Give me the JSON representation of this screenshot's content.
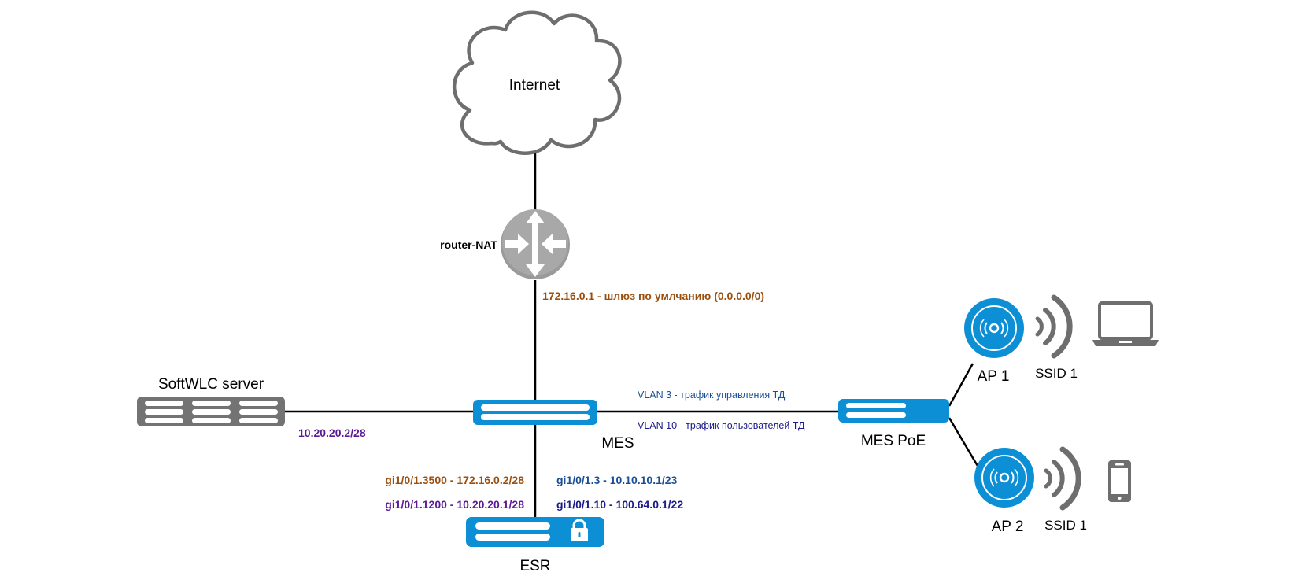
{
  "colors": {
    "switch_blue": "#0d8fd6",
    "cloud_gray": "#6e6e6e",
    "server_gray": "#737373",
    "router_gray": "#9a9a9a",
    "link": "#000000",
    "orange": "#9b4f0f",
    "purple": "#5a1a96",
    "blue": "#1a4f96",
    "navy": "#1a1a8a",
    "device_gray": "#6e6e6e"
  },
  "nodes": {
    "internet": "Internet",
    "router": "router-NAT",
    "mes": "MES",
    "esr": "ESR",
    "softwlc": "SoftWLC server",
    "mes_poe": "MES PoE",
    "ap1": "AP 1",
    "ap2": "AP 2",
    "ssid1": "SSID 1",
    "ssid2": "SSID 1"
  },
  "labels": {
    "gateway": "172.16.0.1 - шлюз по умлчанию (0.0.0.0/0)",
    "softwlc_ip": "10.20.20.2/28",
    "vlan3": "VLAN 3 - трафик управления ТД",
    "vlan10": "VLAN 10 - трафик пользователей ТД",
    "esr_if_3500": "gi1/0/1.3500 - 172.16.0.2/28",
    "esr_if_1200": "gi1/0/1.1200 - 10.20.20.1/28",
    "esr_if_3": "gi1/0/1.3 - 10.10.10.1/23",
    "esr_if_10": "gi1/0/1.10 - 100.64.0.1/22"
  },
  "icons": {
    "cloud": "cloud-icon",
    "router": "router-icon",
    "switch": "switch-icon",
    "server": "server-icon",
    "firewall": "firewall-router-icon",
    "access_point": "access-point-icon",
    "wifi": "wifi-signal-icon",
    "laptop": "laptop-icon",
    "phone": "smartphone-icon",
    "lock": "lock-icon"
  }
}
